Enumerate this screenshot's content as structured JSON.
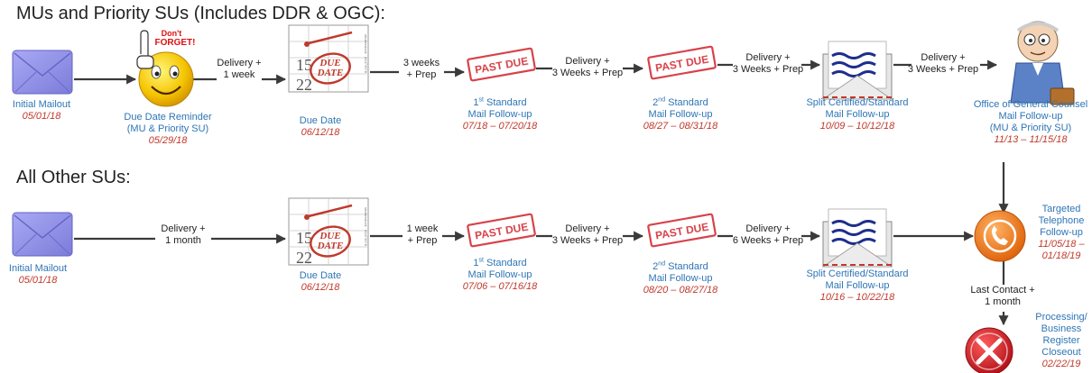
{
  "headings": {
    "row1": "MUs and Priority SUs (Includes DDR & OGC):",
    "row2": "All Other SUs:"
  },
  "badges": {
    "past_due": "PAST DUE",
    "dont_forget_1": "Don't",
    "dont_forget_2": "FORGET!",
    "due_stamp_1": "DUE",
    "due_stamp_2": "DATE",
    "cal_day_1": "15",
    "cal_day_2": "22",
    "cal_side": "shutterstock · 84473578"
  },
  "row1": {
    "initial": {
      "label": "Initial Mailout",
      "date": "05/01/18"
    },
    "reminder": {
      "label1": "Due Date Reminder",
      "label2": "(MU & Priority SU)",
      "date": "05/29/18"
    },
    "due": {
      "label": "Due Date",
      "date": "06/12/18"
    },
    "std1": {
      "sup": "st",
      "num": "1",
      "label1": "Standard",
      "label2": "Mail Follow-up",
      "date": "07/18 – 07/20/18"
    },
    "std2": {
      "sup": "nd",
      "num": "2",
      "label1": "Standard",
      "label2": "Mail Follow-up",
      "date": "08/27 – 08/31/18"
    },
    "split": {
      "label1": "Split Certified/Standard",
      "label2": "Mail Follow-up",
      "date": "10/09 – 10/12/18"
    },
    "ogc": {
      "label1": "Office of General Counsel",
      "label2": "Mail Follow-up",
      "label3": "(MU & Priority SU)",
      "date": "11/13 – 11/15/18"
    },
    "conn": {
      "a1": "Delivery +",
      "a2": "1 week",
      "b1": "3 weeks",
      "b2": "+ Prep",
      "c1": "Delivery +",
      "c2": "3 Weeks + Prep",
      "d1": "Delivery +",
      "d2": "3 Weeks + Prep",
      "e1": "Delivery +",
      "e2": "3 Weeks + Prep"
    }
  },
  "row2": {
    "initial": {
      "label": "Initial Mailout",
      "date": "05/01/18"
    },
    "due": {
      "label": "Due Date",
      "date": "06/12/18"
    },
    "std1": {
      "sup": "st",
      "num": "1",
      "label1": "Standard",
      "label2": "Mail Follow-up",
      "date": "07/06 – 07/16/18"
    },
    "std2": {
      "sup": "nd",
      "num": "2",
      "label1": "Standard",
      "label2": "Mail Follow-up",
      "date": "08/20 – 08/27/18"
    },
    "split": {
      "label1": "Split Certified/Standard",
      "label2": "Mail Follow-up",
      "date": "10/16 – 10/22/18"
    },
    "phone": {
      "label1": "Targeted",
      "label2": "Telephone",
      "label3": "Follow-up",
      "date1": "11/05/18 –",
      "date2": "01/18/19"
    },
    "closeout": {
      "label1": "Processing/",
      "label2": "Business",
      "label3": "Register",
      "label4": "Closeout",
      "date": "02/22/19"
    },
    "conn": {
      "a1": "Delivery +",
      "a2": "1 month",
      "b1": "1 week",
      "b2": "+ Prep",
      "c1": "Delivery +",
      "c2": "3 Weeks + Prep",
      "d1": "Delivery +",
      "d2": "6 Weeks + Prep",
      "last1": "Last Contact +",
      "last2": "1 month"
    }
  },
  "colors": {
    "blue": "#2e75b6",
    "red": "#c0392b",
    "envelope": "#8f8fe8",
    "phone": "#f07a1a",
    "cancel": "#d92027"
  }
}
